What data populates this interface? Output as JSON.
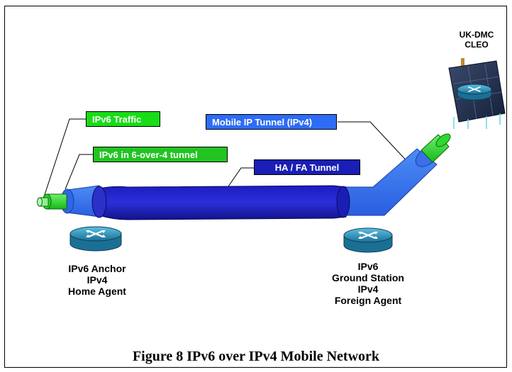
{
  "tags": {
    "ipv6_traffic": "IPv6 Traffic",
    "ipv6_in_tunnel": "IPv6 in 6-over-4 tunnel",
    "mobile_ip_tunnel": "Mobile IP Tunnel (IPv4)",
    "ha_fa_tunnel": "HA / FA Tunnel"
  },
  "nodes": {
    "home_agent": {
      "line1": "IPv6 Anchor",
      "line2": "IPv4",
      "line3": "Home Agent"
    },
    "ground_station": {
      "line1": "IPv6",
      "line2": "Ground Station",
      "line3": "IPv4",
      "line4": "Foreign Agent"
    },
    "satellite": {
      "line1": "UK-DMC",
      "line2": "CLEO"
    }
  },
  "caption": "Figure 8 IPv6 over IPv4 Mobile Network",
  "colors": {
    "ipv6_green": "#18dc18",
    "tunnel_green": "#22c422",
    "mobile_blue": "#2d6cf5",
    "ha_fa_navy": "#1a1eb4",
    "router_blue": "#2a8fb8"
  },
  "icons": [
    "router-icon",
    "satellite-icon"
  ]
}
